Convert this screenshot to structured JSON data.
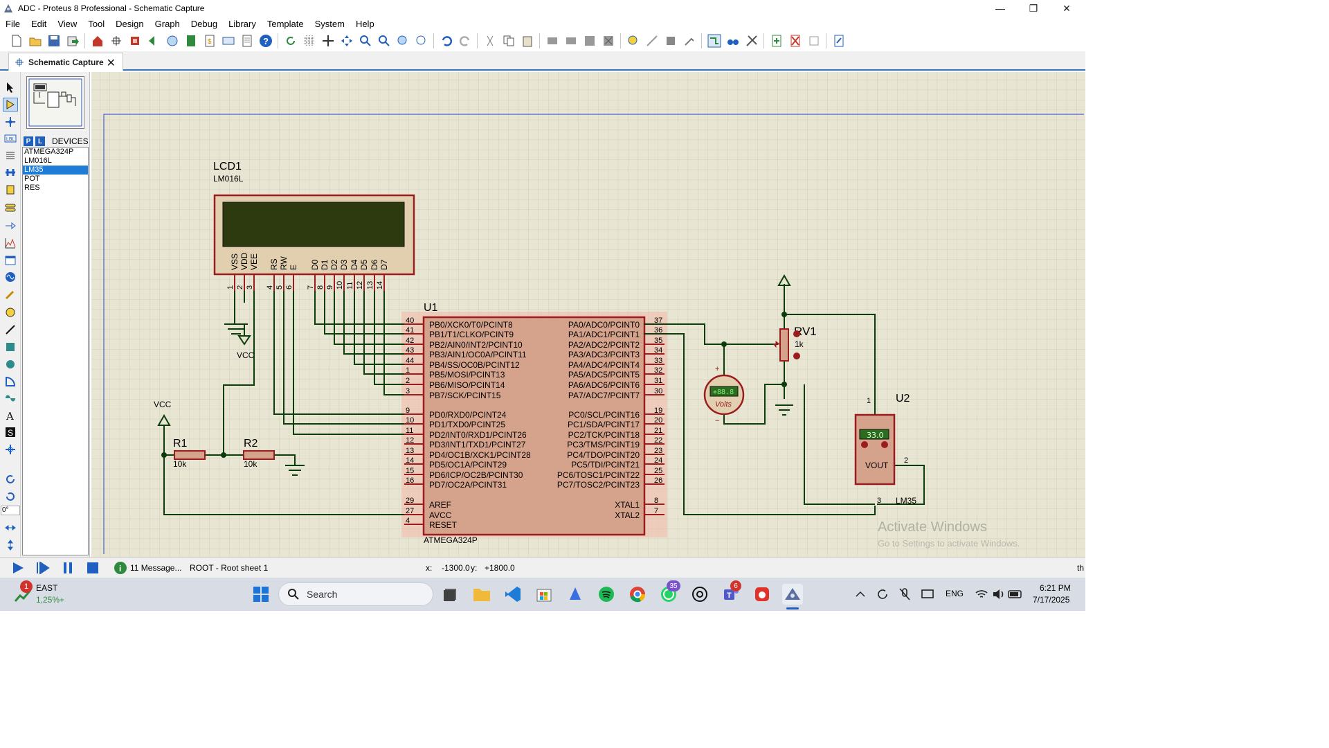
{
  "window": {
    "title": "ADC - Proteus 8 Professional - Schematic Capture",
    "minimize": "—",
    "restore": "❐",
    "close": "✕"
  },
  "menu": [
    "File",
    "Edit",
    "View",
    "Tool",
    "Design",
    "Graph",
    "Debug",
    "Library",
    "Template",
    "System",
    "Help"
  ],
  "tab": {
    "label": "Schematic Capture",
    "close": "✕"
  },
  "devices": {
    "p_button": "P",
    "l_button": "L",
    "header": "DEVICES",
    "items": [
      {
        "label": "ATMEGA324P",
        "selected": false
      },
      {
        "label": "LM016L",
        "selected": false
      },
      {
        "label": "LM35",
        "selected": true
      },
      {
        "label": "POT",
        "selected": false
      },
      {
        "label": "RES",
        "selected": false
      }
    ]
  },
  "rotation": "0°",
  "schematic": {
    "lcd": {
      "ref": "LCD1",
      "part": "LM016L",
      "pin_names": [
        "VSS",
        "VDD",
        "VEE",
        "RS",
        "RW",
        "E",
        "D0",
        "D1",
        "D2",
        "D3",
        "D4",
        "D5",
        "D6",
        "D7"
      ],
      "pin_numbers": [
        "1",
        "2",
        "3",
        "4",
        "5",
        "6",
        "7",
        "8",
        "9",
        "10",
        "11",
        "12",
        "13",
        "14"
      ]
    },
    "mcu": {
      "ref": "U1",
      "part": "ATMEGA324P",
      "left_pins": [
        {
          "num": "40",
          "name": "PB0/XCK0/T0/PCINT8"
        },
        {
          "num": "41",
          "name": "PB1/T1/CLKO/PCINT9"
        },
        {
          "num": "42",
          "name": "PB2/AIN0/INT2/PCINT10"
        },
        {
          "num": "43",
          "name": "PB3/AIN1/OC0A/PCINT11"
        },
        {
          "num": "44",
          "name": "PB4/SS/OC0B/PCINT12"
        },
        {
          "num": "1",
          "name": "PB5/MOSI/PCINT13"
        },
        {
          "num": "2",
          "name": "PB6/MISO/PCINT14"
        },
        {
          "num": "3",
          "name": "PB7/SCK/PCINT15"
        },
        {
          "num": "9",
          "name": "PD0/RXD0/PCINT24"
        },
        {
          "num": "10",
          "name": "PD1/TXD0/PCINT25"
        },
        {
          "num": "11",
          "name": "PD2/INT0/RXD1/PCINT26"
        },
        {
          "num": "12",
          "name": "PD3/INT1/TXD1/PCINT27"
        },
        {
          "num": "13",
          "name": "PD4/OC1B/XCK1/PCINT28"
        },
        {
          "num": "14",
          "name": "PD5/OC1A/PCINT29"
        },
        {
          "num": "15",
          "name": "PD6/ICP/OC2B/PCINT30"
        },
        {
          "num": "16",
          "name": "PD7/OC2A/PCINT31"
        },
        {
          "num": "29",
          "name": "AREF"
        },
        {
          "num": "27",
          "name": "AVCC"
        },
        {
          "num": "4",
          "name": "RESET"
        }
      ],
      "right_pins": [
        {
          "num": "37",
          "name": "PA0/ADC0/PCINT0"
        },
        {
          "num": "36",
          "name": "PA1/ADC1/PCINT1"
        },
        {
          "num": "35",
          "name": "PA2/ADC2/PCINT2"
        },
        {
          "num": "34",
          "name": "PA3/ADC3/PCINT3"
        },
        {
          "num": "33",
          "name": "PA4/ADC4/PCINT4"
        },
        {
          "num": "32",
          "name": "PA5/ADC5/PCINT5"
        },
        {
          "num": "31",
          "name": "PA6/ADC6/PCINT6"
        },
        {
          "num": "30",
          "name": "PA7/ADC7/PCINT7"
        },
        {
          "num": "19",
          "name": "PC0/SCL/PCINT16"
        },
        {
          "num": "20",
          "name": "PC1/SDA/PCINT17"
        },
        {
          "num": "21",
          "name": "PC2/TCK/PCINT18"
        },
        {
          "num": "22",
          "name": "PC3/TMS/PCINT19"
        },
        {
          "num": "23",
          "name": "PC4/TDO/PCINT20"
        },
        {
          "num": "24",
          "name": "PC5/TDI/PCINT21"
        },
        {
          "num": "25",
          "name": "PC6/TOSC1/PCINT22"
        },
        {
          "num": "26",
          "name": "PC7/TOSC2/PCINT23"
        },
        {
          "num": "8",
          "name": "XTAL1"
        },
        {
          "num": "7",
          "name": "XTAL2"
        }
      ]
    },
    "vcc_label": "VCC",
    "vcc_label_2": "VCC",
    "r1": {
      "ref": "R1",
      "value": "10k"
    },
    "r2": {
      "ref": "R2",
      "value": "10k"
    },
    "rv1": {
      "ref": "RV1",
      "value": "1k"
    },
    "voltmeter": {
      "reading": "+88.8",
      "unit": "Volts",
      "plus": "+",
      "minus": "−"
    },
    "lm35": {
      "ref": "U2",
      "part": "LM35",
      "reading": "33.0",
      "vout": "VOUT",
      "pin1": "1",
      "pin2": "2",
      "pin3": "3"
    }
  },
  "status": {
    "messages": "11 Message...",
    "sheet": "ROOT - Root sheet 1",
    "x_label": "x:",
    "x_value": "-1300.0",
    "y_label": "y:",
    "y_value": "+1800.0",
    "right_text": "th"
  },
  "activate": {
    "title": "Activate Windows",
    "subtitle": "Go to Settings to activate Windows."
  },
  "taskbar": {
    "weather_badge": "1",
    "weather_title": "EAST",
    "weather_value": "1,25%+",
    "search": "Search",
    "whatsapp_badge": "35",
    "teams_badge": "6",
    "lang": "ENG",
    "time": "6:21 PM",
    "date": "7/17/2025"
  }
}
